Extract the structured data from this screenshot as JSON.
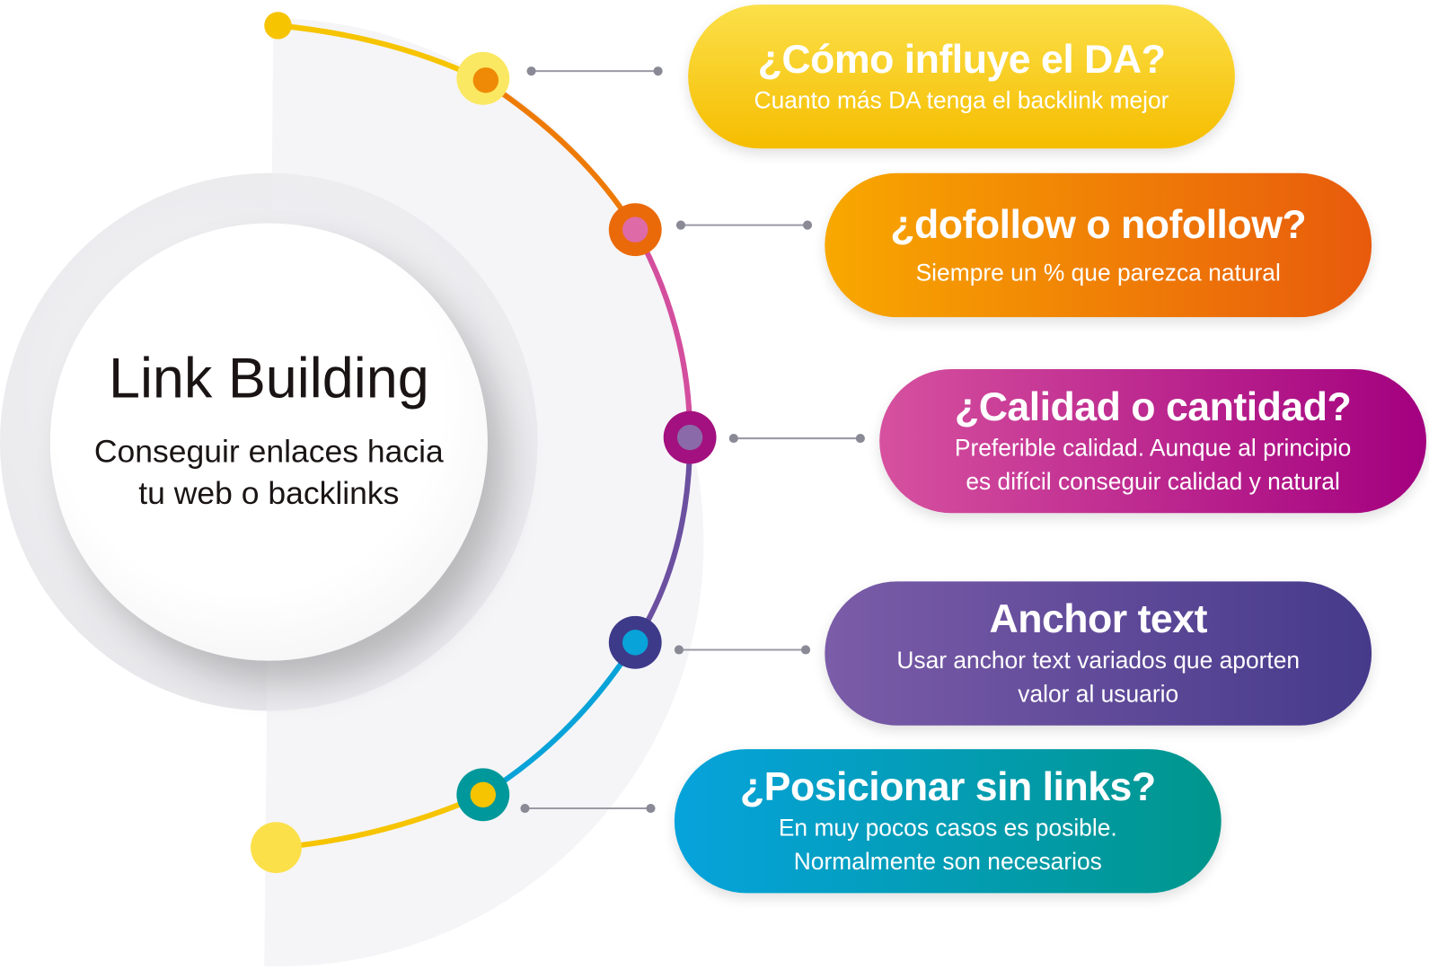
{
  "center": {
    "title": "Link Building",
    "line1": "Conseguir enlaces hacia",
    "line2": "tu web o backlinks"
  },
  "items": [
    {
      "title": "¿Cómo influye el DA?",
      "lines": [
        "Cuanto más DA tenga el backlink mejor"
      ],
      "color": "#f6c400"
    },
    {
      "title": "¿dofollow o nofollow?",
      "lines": [
        "Siempre un % que parezca natural"
      ],
      "color": "#ee7a06"
    },
    {
      "title": "¿Calidad o cantidad?",
      "lines": [
        "Preferible calidad. Aunque al principio",
        "es difícil conseguir calidad y natural"
      ],
      "color": "#bb2a90"
    },
    {
      "title": "Anchor text",
      "lines": [
        "Usar anchor text variados que aporten",
        "valor al usuario"
      ],
      "color": "#5e4a9a"
    },
    {
      "title": "¿Posicionar sin links?",
      "lines": [
        "En muy pocos casos es posible.",
        "Normalmente son necesarios"
      ],
      "color": "#04a0c0"
    }
  ]
}
